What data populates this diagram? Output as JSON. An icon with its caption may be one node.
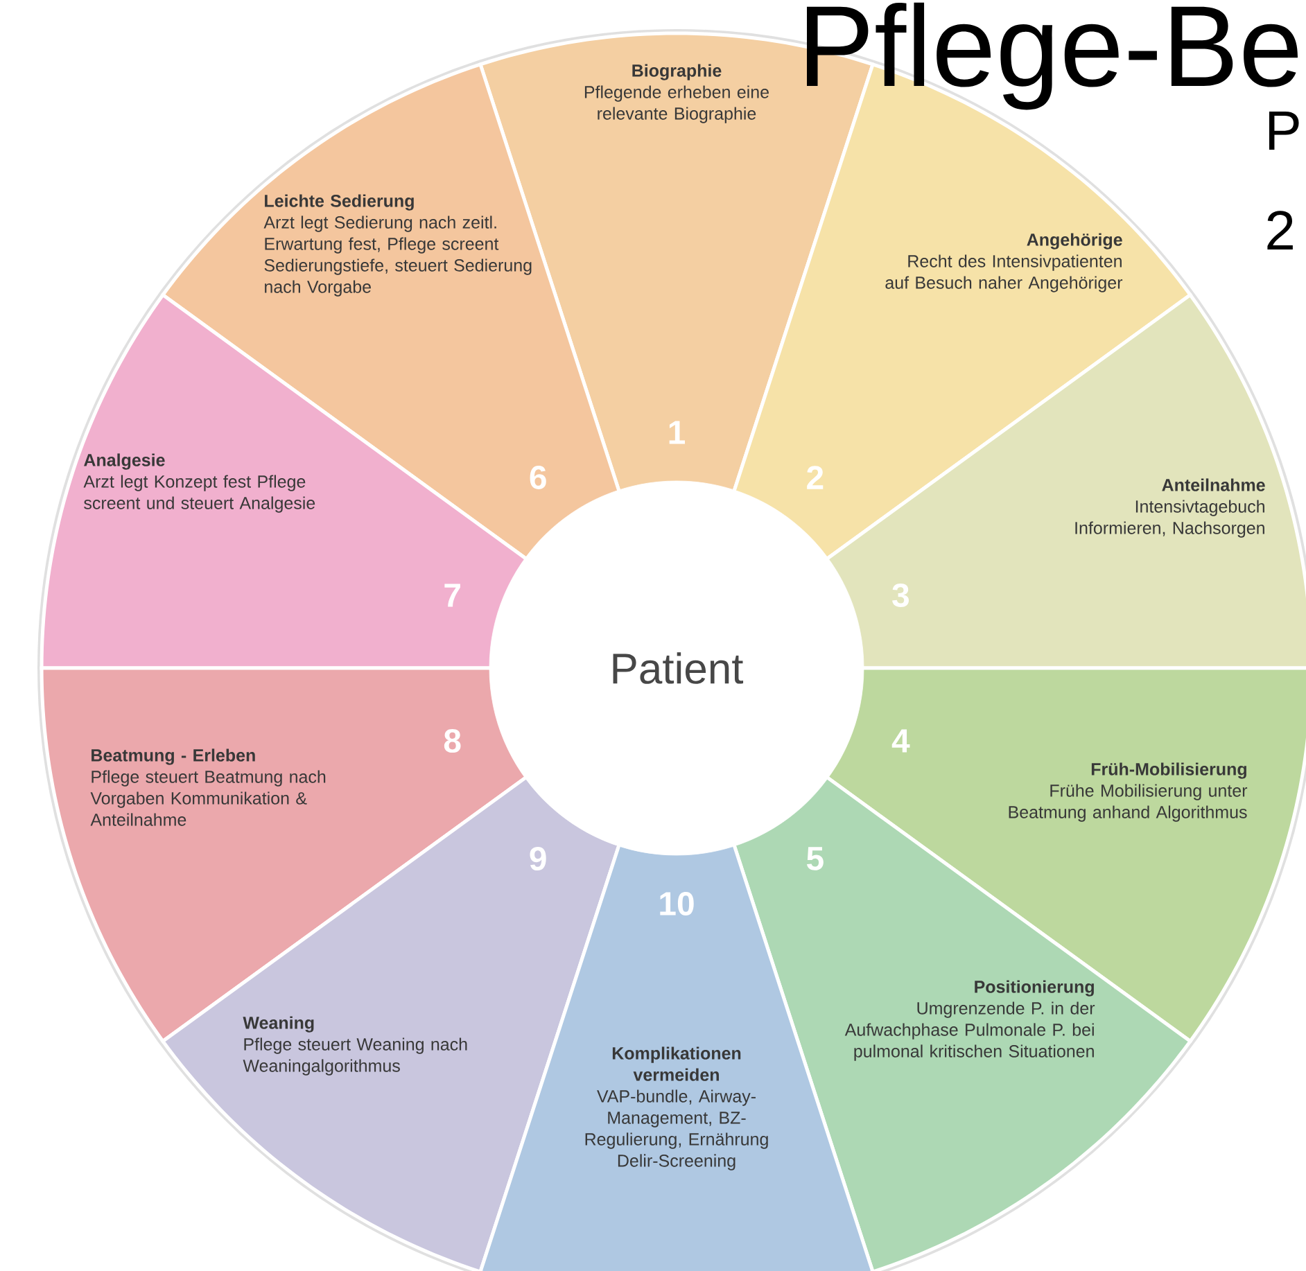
{
  "diagram": {
    "nodes": [
      {
        "text": [
          "Biographie",
          "Pflegende erheben eine relevante Biographie",
          "1"
        ]
      },
      {
        "text": [
          "Angehörige",
          "Recht des Intensivpatienten auf Besuch naher Angehöriger",
          "2"
        ]
      },
      {
        "text": [
          "Anteilnahme",
          "Intensivtagebuch Informieren, Nachsorgen",
          "3"
        ]
      },
      {
        "text": [
          "4",
          "Früh-Mobilisierung",
          "Frühe Mobilisierung unter Beatmung anhand Algorithmus"
        ]
      },
      {
        "text": [
          "5",
          "Positionierung",
          "Umgrenzende P. in der Aufwachphase Pulmonale P. bei pulmonal kritischen Situationen"
        ]
      },
      {
        "text": [
          "Leichte Sedierung",
          "Arzt legt Sedierung nach zeitl. Erwartung fest, Pflege screent Sedierungstiefe, steuert Sedierung nach Vorgabe",
          "6"
        ]
      },
      {
        "text": [
          "Analgesie",
          "Arzt legt Konzept fest Pflege screent und steuert Analgesie",
          "7"
        ]
      },
      {
        "text": [
          "8",
          "Beatmung - Erleben",
          "Pflege steuert Beatmung nach Vorgaben Kommunikation & Anteilnahme"
        ]
      },
      {
        "text": [
          "9",
          "Weaning",
          "Pflege steuert Weaning nach Weaningalgorithmus"
        ]
      },
      {
        "text": [
          "10",
          "Komplikationen vermeiden",
          "VAP-bundle, Airway-Management, BZ-Regulierung, Ernährung Delir-Screening"
        ]
      },
      {
        "text": [
          "Patient"
        ]
      }
    ],
    "labels": [
      "Pflege-Be",
      "P",
      "2"
    ]
  }
}
